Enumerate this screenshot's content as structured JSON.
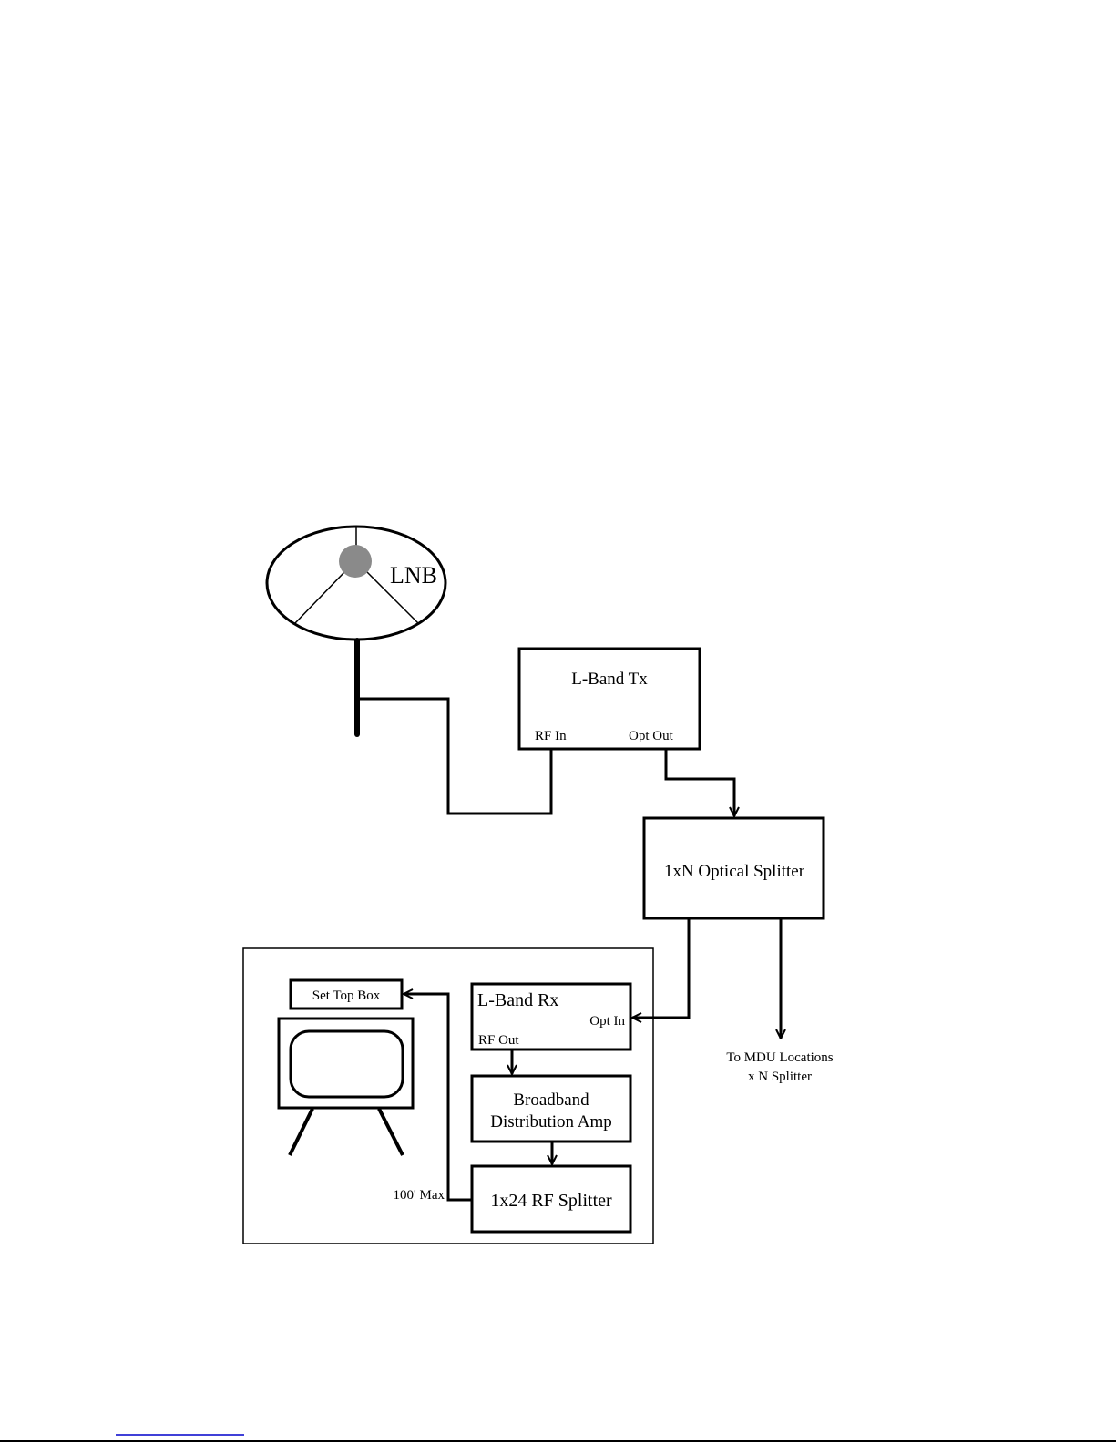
{
  "colors": {
    "line": "#000000",
    "lnb_fill": "#8a8a8a",
    "link": "#0000cc"
  },
  "dish": {
    "label": "LNB"
  },
  "tx": {
    "title": "L-Band Tx",
    "rf_in": "RF In",
    "opt_out": "Opt Out"
  },
  "optical_splitter": {
    "label": "1xN Optical Splitter"
  },
  "mdu_note": {
    "line1": "To MDU Locations",
    "line2": "x N Splitter"
  },
  "mdu": {
    "set_top_box": "Set Top Box",
    "rx": {
      "title": "L-Band Rx",
      "opt_in": "Opt In",
      "rf_out": "RF Out"
    },
    "amp": {
      "line1": "Broadband",
      "line2": "Distribution Amp"
    },
    "rf_splitter": "1x24 RF Splitter",
    "max_length": "100' Max"
  }
}
